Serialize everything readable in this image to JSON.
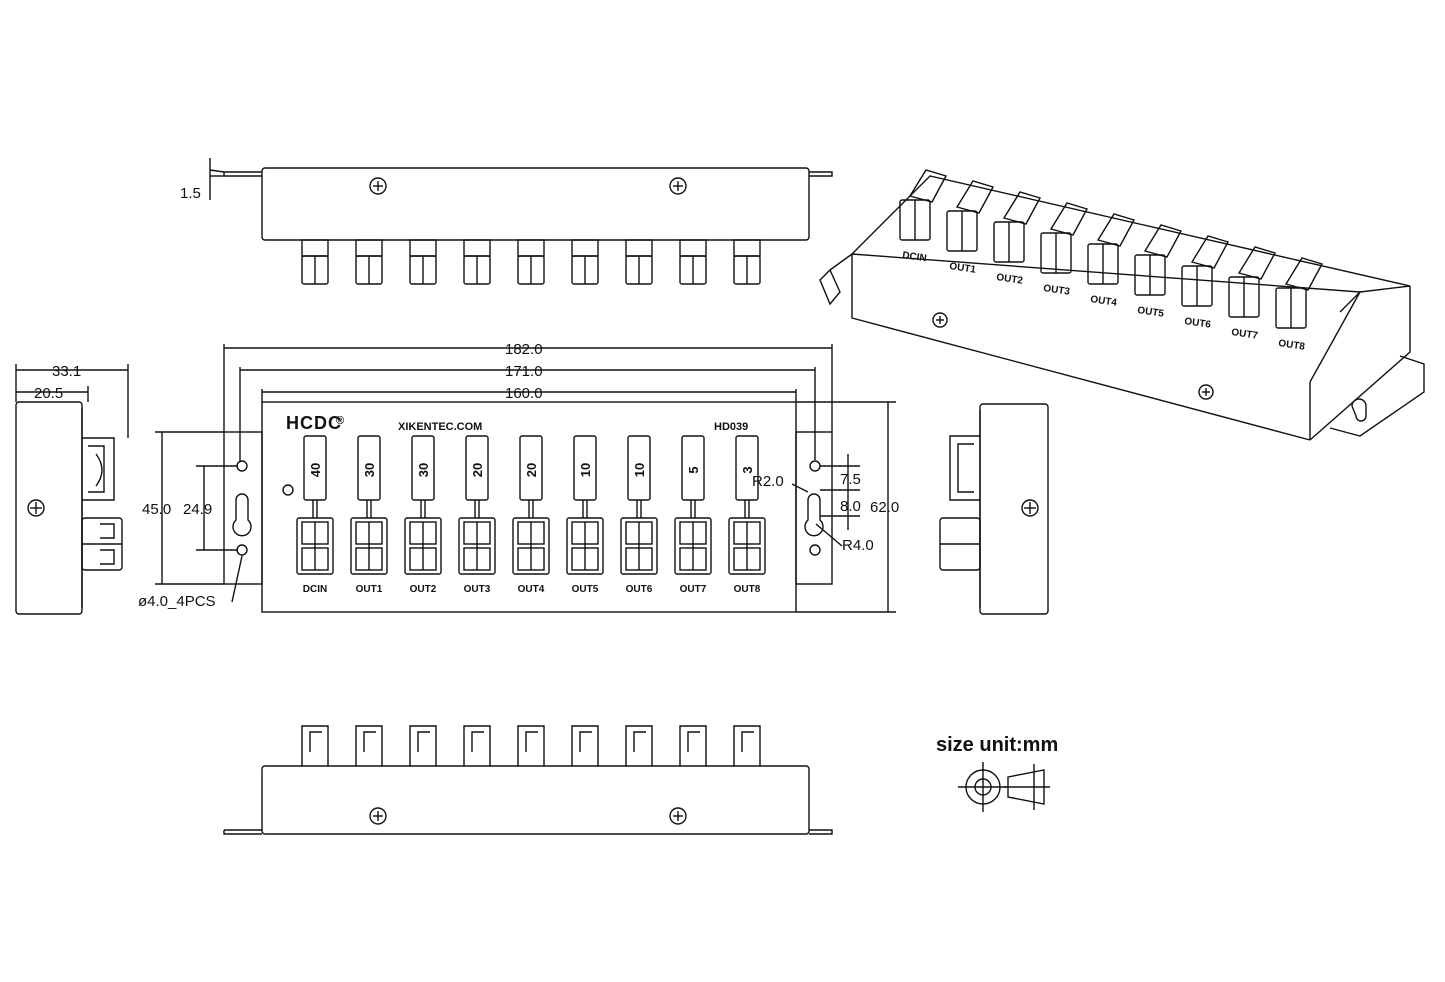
{
  "brand": "HCDC",
  "brand_mark": "®",
  "website": "XIKENTEC.COM",
  "model": "HD039",
  "fuse_values": [
    "40",
    "30",
    "30",
    "20",
    "20",
    "10",
    "10",
    "5",
    "3"
  ],
  "port_labels": [
    "DCIN",
    "OUT1",
    "OUT2",
    "OUT3",
    "OUT4",
    "OUT5",
    "OUT6",
    "OUT7",
    "OUT8"
  ],
  "dimensions": {
    "top_thickness": "1.5",
    "overall_length": "182.0",
    "hole_spacing": "171.0",
    "body_length": "160.0",
    "side_depth_total": "33.1",
    "side_depth_body": "20.5",
    "flange_height": "45.0",
    "hole_vertical": "24.9",
    "overall_height": "62.0",
    "slot_r_small": "R2.0",
    "slot_r_large": "R4.0",
    "slot_a": "7.5",
    "slot_b": "8.0",
    "mount_holes": "ø4.0_4PCS"
  },
  "unit_note": "size unit:mm"
}
